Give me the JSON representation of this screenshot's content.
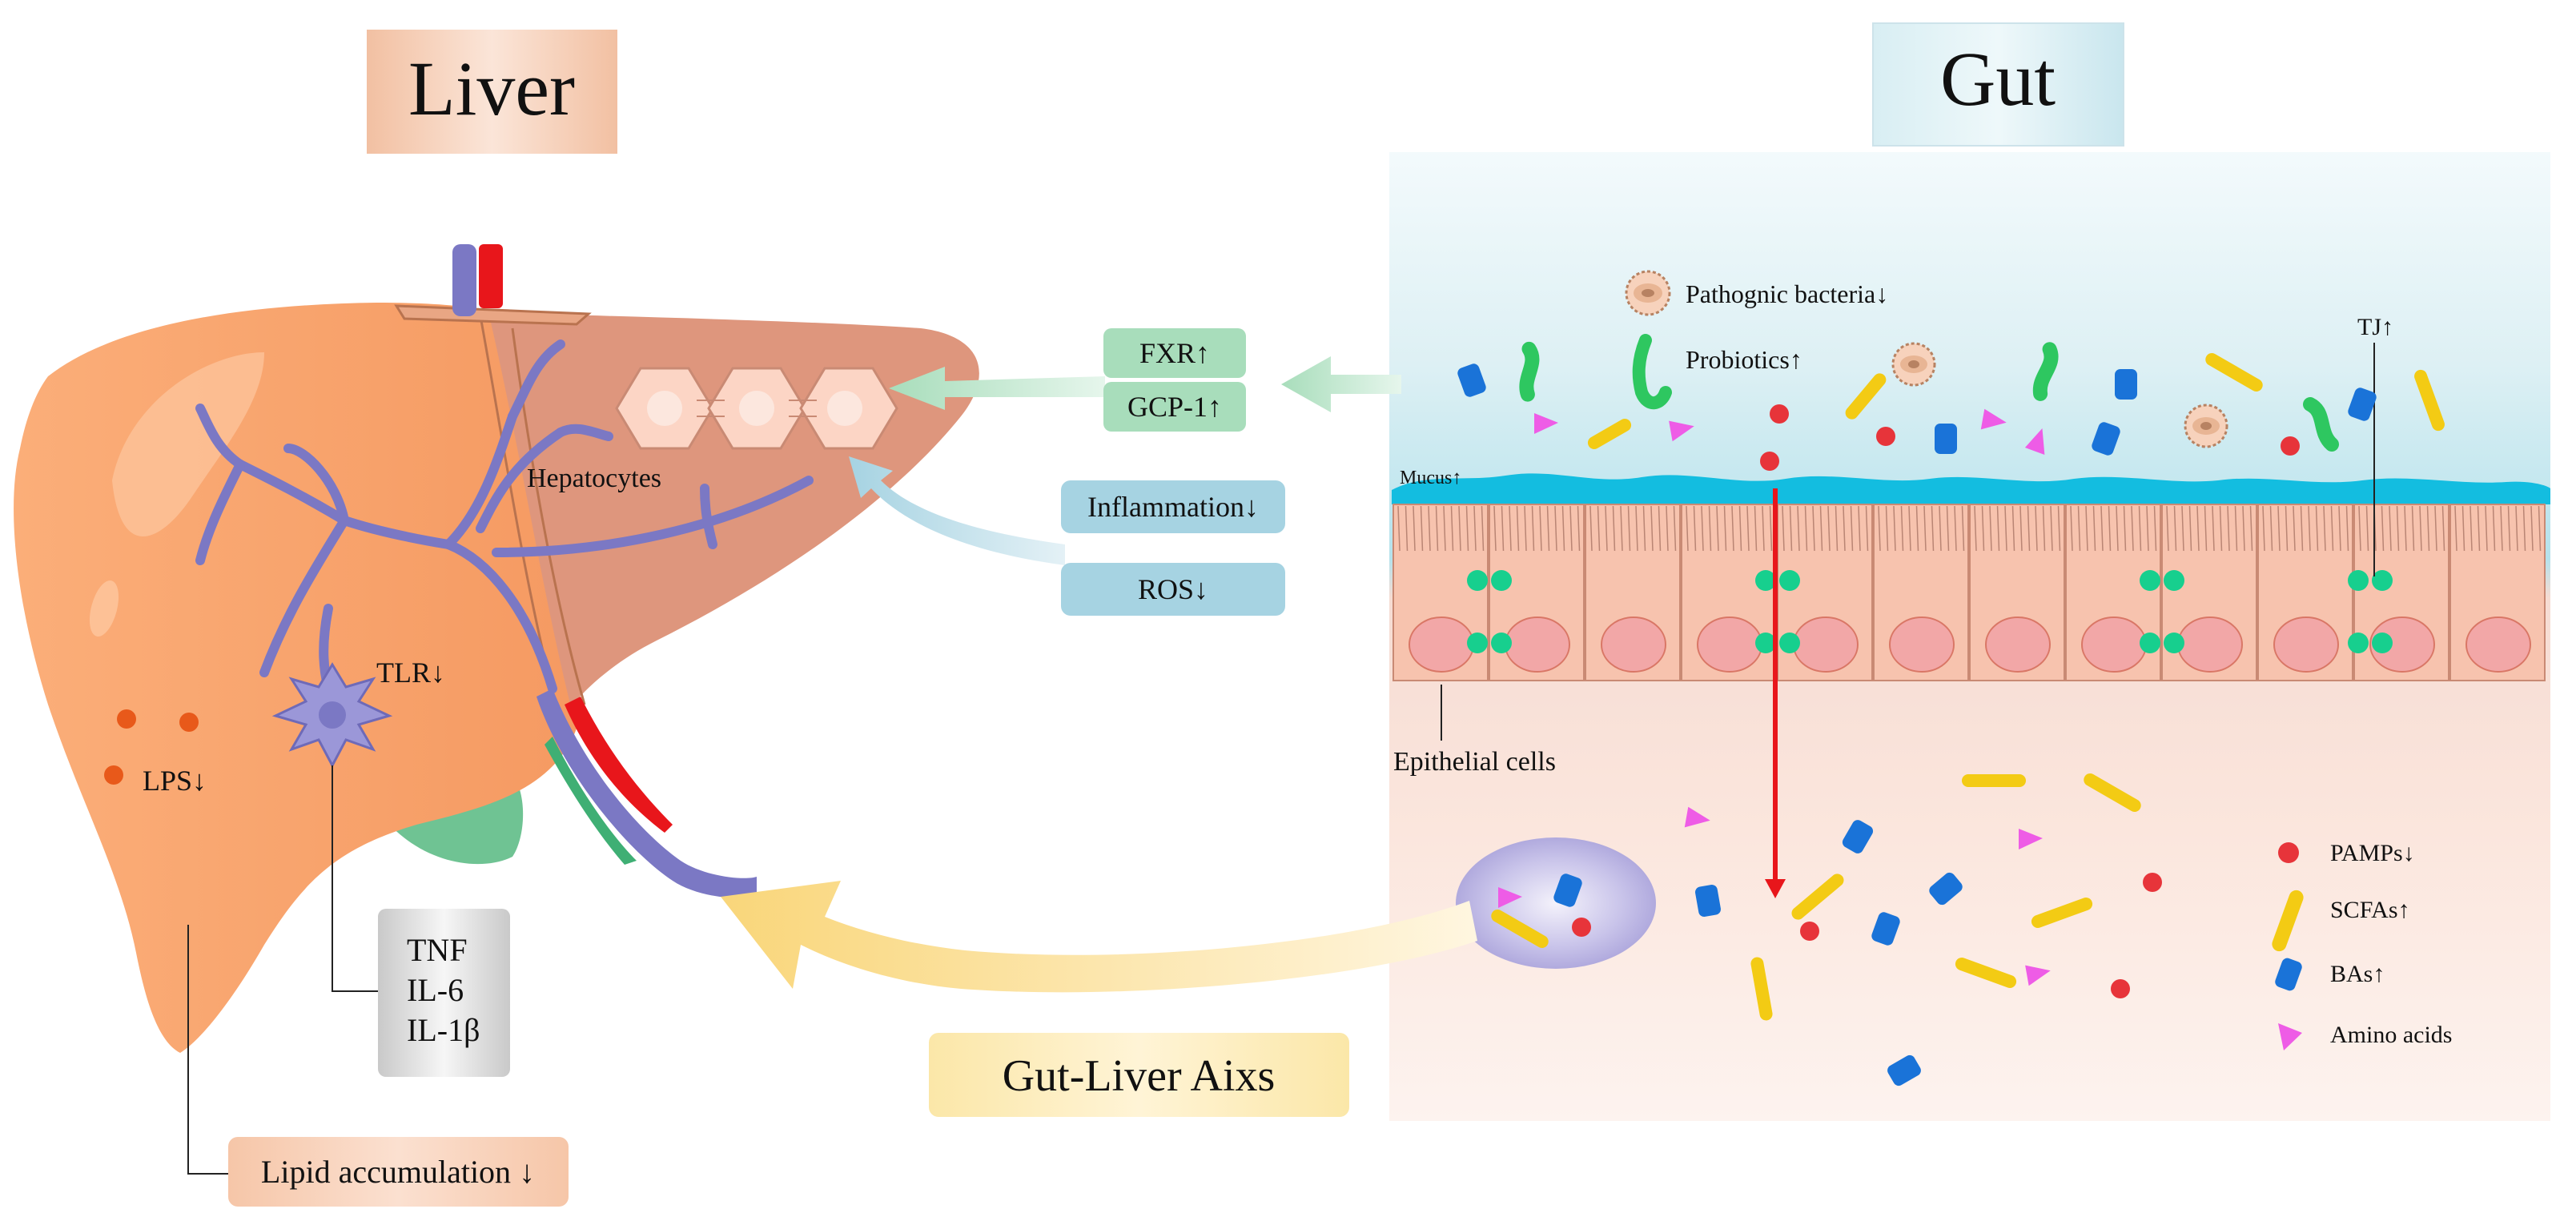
{
  "titles": {
    "liver": "Liver",
    "gut": "Gut"
  },
  "liver": {
    "hepatocytes": "Hepatocytes",
    "tlr": "TLR↓",
    "lps": "LPS↓",
    "cytokines": [
      "TNF",
      "IL-6",
      "IL-1β"
    ],
    "lipid_accumulation": "Lipid accumulation ↓"
  },
  "signals": {
    "fxr": "FXR↑",
    "gcp1": "GCP-1↑",
    "inflammation": "Inflammation↓",
    "ros": "ROS↓"
  },
  "gut": {
    "pathogenic_bacteria": "Pathognic bacteria↓",
    "probiotics": "Probiotics↑",
    "mucus": "Mucus↑",
    "tj": "TJ↑",
    "epithelial_cells": "Epithelial cells"
  },
  "legend": [
    {
      "label": "PAMPs↓",
      "icon": "red-dot-icon"
    },
    {
      "label": "SCFAs↑",
      "icon": "yellow-rod-icon"
    },
    {
      "label": "BAs↑",
      "icon": "blue-capsule-icon"
    },
    {
      "label": "Amino acids",
      "icon": "magenta-triangle-icon"
    }
  ],
  "axis_label": "Gut-Liver Aixs",
  "colors": {
    "liver": "#F9A56E",
    "liver_dark": "#DE967D",
    "vessel": "#7B78C4",
    "artery": "#E8161B",
    "gallbladder": "#6FC393",
    "gut_blue": "#13BDE0",
    "epithelial": "#F7C3AE",
    "junction": "#17CF8E",
    "pamps": "#E7343A",
    "scfas": "#F3CB14",
    "bas": "#1A73D8",
    "amino_acids": "#EE5CE6",
    "probiotics": "#2EC760"
  }
}
